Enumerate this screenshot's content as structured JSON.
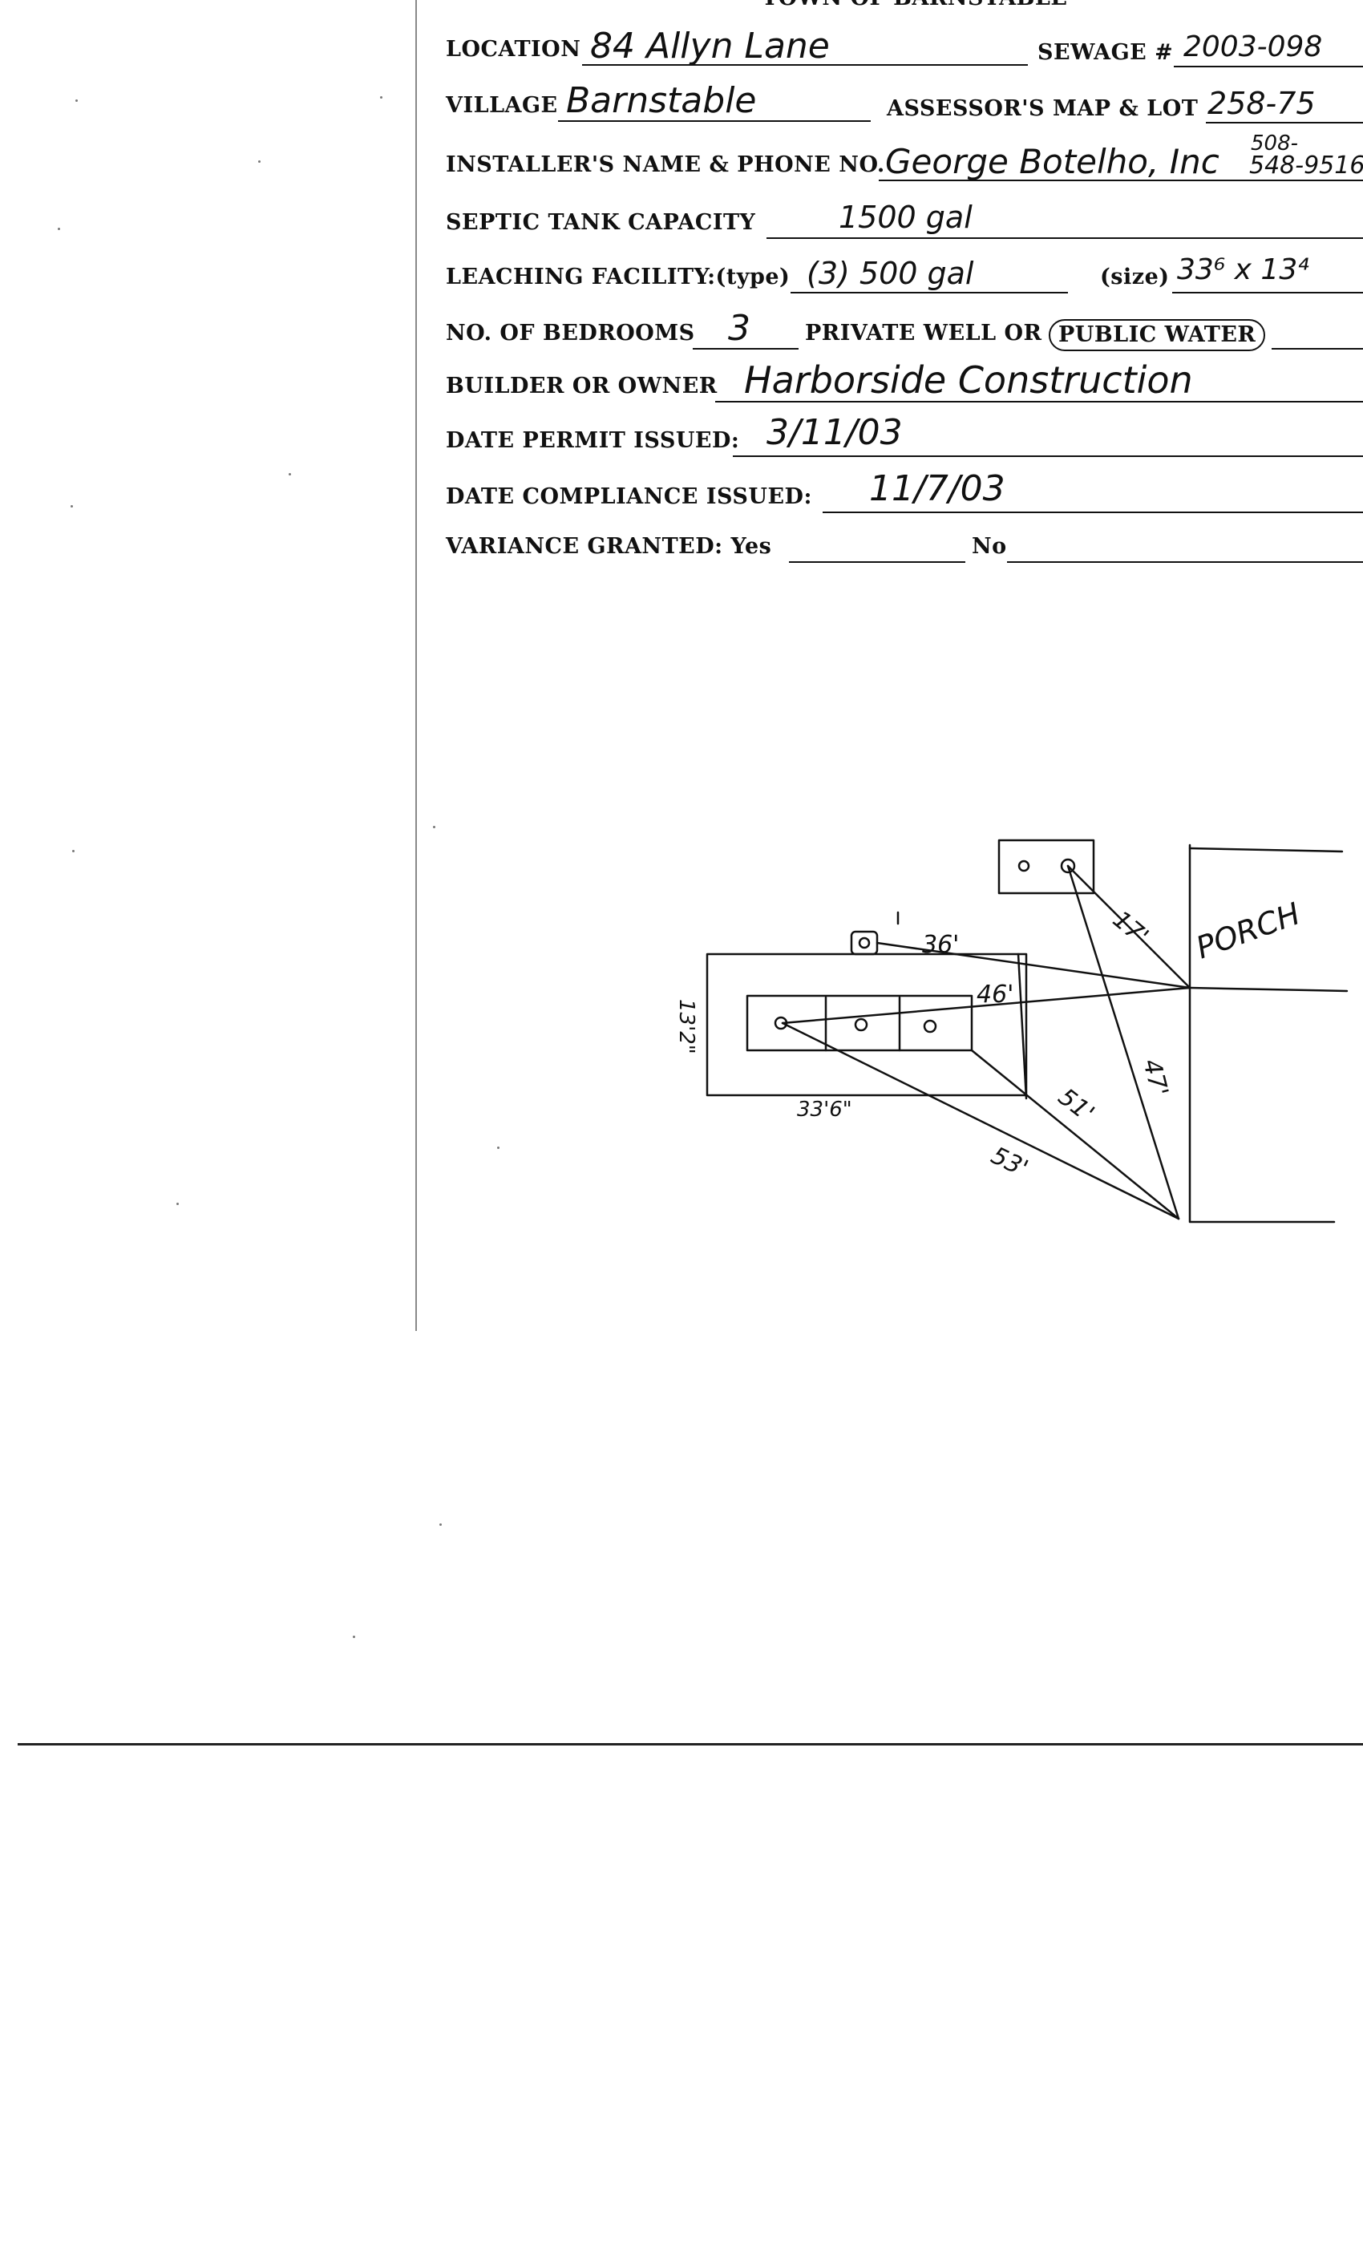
{
  "form": {
    "header_title": "TOWN OF BARNSTABLE",
    "location_label": "LOCATION",
    "location_value": "84 Allyn Lane",
    "sewage_label": "SEWAGE #",
    "sewage_value": "2003-098",
    "village_label": "VILLAGE",
    "village_value": "Barnstable",
    "map_lot_label": "ASSESSOR'S MAP & LOT",
    "map_lot_value": "258-75",
    "installer_label": "INSTALLER'S NAME & PHONE NO.",
    "installer_value": "George Botelho, Inc",
    "installer_phone_line1": "508-",
    "installer_phone_line2": "548-9516",
    "tank_label": "SEPTIC TANK CAPACITY",
    "tank_value": "1500 gal",
    "leaching_label": "LEACHING FACILITY:(type)",
    "leaching_value": "(3) 500 gal",
    "size_label": "(size)",
    "size_value": "33⁶ x 13⁴",
    "bedrooms_label": "NO. OF BEDROOMS",
    "bedrooms_value": "3",
    "water_label": "PRIVATE WELL OR",
    "water_selected": "PUBLIC WATER",
    "builder_label": "BUILDER OR OWNER",
    "builder_value": "Harborside Construction",
    "permit_label": "DATE PERMIT ISSUED:",
    "permit_value": "3/11/03",
    "compliance_label": "DATE  COMPLIANCE ISSUED:",
    "compliance_value": "11/7/03",
    "variance_label": "VARIANCE GRANTED:  Yes",
    "variance_no_label": "No"
  },
  "sketch": {
    "porch_label": "PORCH",
    "dim_36": "36'",
    "dim_46": "46'",
    "dim_17": "17'",
    "dim_47": "47'",
    "dim_51": "51'",
    "dim_53": "53'",
    "field_length": "33'6\"",
    "field_width": "13'2\"",
    "tank_symbol": "o"
  }
}
